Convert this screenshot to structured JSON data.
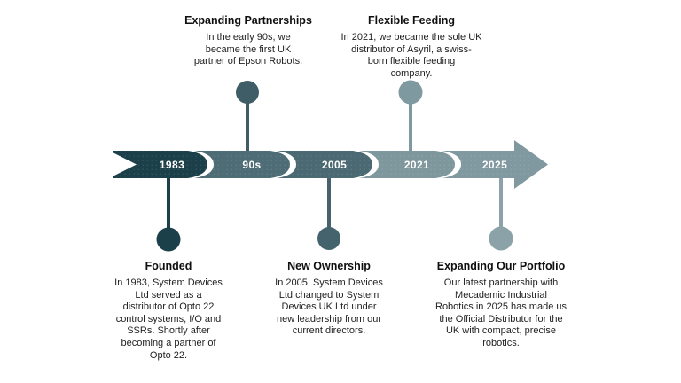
{
  "timeline": {
    "arrow_direction": "right",
    "segments": [
      {
        "year": "1983",
        "color": "#1c4049",
        "circle_color": "#1c4049"
      },
      {
        "year": "90s",
        "color": "#4e6c75",
        "circle_color": "#3f5d66"
      },
      {
        "year": "2005",
        "color": "#4b6972",
        "circle_color": "#45636d"
      },
      {
        "year": "2021",
        "color": "#7e979d",
        "circle_color": "#7e99a0"
      },
      {
        "year": "2025",
        "color": "#80989f",
        "circle_color": "#8ba2a8"
      }
    ]
  },
  "milestones": [
    {
      "year": "1983",
      "position": "below",
      "title": "Founded",
      "body": "In 1983, System Devices\nLtd served as a\ndistributor of Opto 22\ncontrol systems, I/O and\nSSRs. Shortly after\nbecoming a partner of\nOpto 22."
    },
    {
      "year": "90s",
      "position": "above",
      "title": "Expanding Partnerships",
      "body": "In the early 90s, we\nbecame the first UK\npartner of Epson Robots."
    },
    {
      "year": "2005",
      "position": "below",
      "title": "New Ownership",
      "body": "In 2005, System Devices\nLtd changed to System\nDevices UK Ltd under\nnew leadership from our\ncurrent directors."
    },
    {
      "year": "2021",
      "position": "above",
      "title": "Flexible Feeding",
      "body": "In 2021, we became the sole UK\ndistributor of Asyril, a swiss-\nborn flexible feeding\ncompany."
    },
    {
      "year": "2025",
      "position": "below",
      "title": "Expanding Our Portfolio",
      "body": "Our latest partnership with\nMecademic Industrial\nRobotics in 2025 has made us\nthe Official Distributor for the\nUK with compact, precise\nrobotics."
    }
  ]
}
